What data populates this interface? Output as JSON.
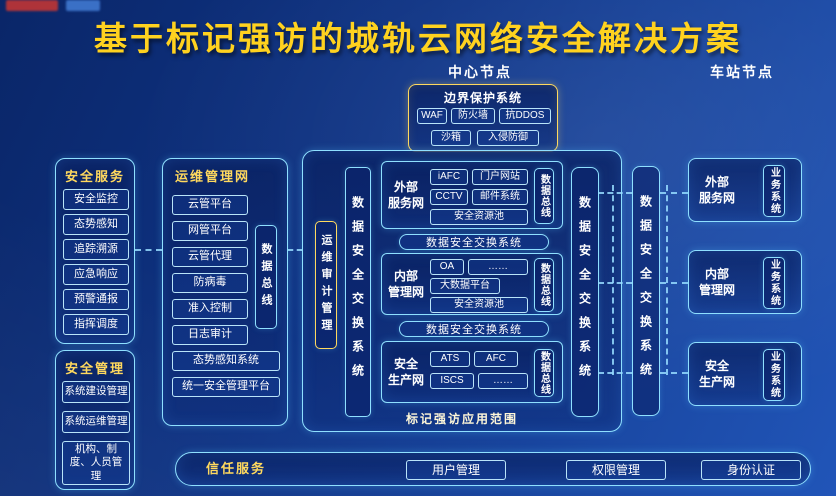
{
  "title": "基于标记强访的城轨云网络安全解决方案",
  "labels": {
    "center_node": "中心节点",
    "station_node": "车站节点",
    "scope": "标记强访应用范围"
  },
  "border_protection": {
    "title": "边界保护系统",
    "items": [
      "WAF",
      "防火墙",
      "抗DDOS",
      "沙箱",
      "入侵防御"
    ]
  },
  "security_services": {
    "title": "安全服务",
    "items": [
      "安全监控",
      "态势感知",
      "追踪溯源",
      "应急响应",
      "预警通报",
      "指挥调度"
    ]
  },
  "security_management": {
    "title": "安全管理",
    "items": [
      "系统建设管理",
      "系统运维管理",
      "机构、制度、人员管理"
    ]
  },
  "om_network": {
    "title": "运维管理网",
    "items": [
      "云管平台",
      "网管平台",
      "云管代理",
      "防病毒",
      "准入控制",
      "日志审计",
      "态势感知系统",
      "统一安全管理平台"
    ],
    "data_bus": "数据总线"
  },
  "center": {
    "om_audit": "运维审计管理",
    "exchange_system": "数据安全交换系统",
    "networks": [
      {
        "line1": "外部",
        "line2": "服务网",
        "items": [
          "iAFC",
          "门户网站",
          "CCTV",
          "邮件系统",
          "安全资源池"
        ],
        "data_bus": "数据总线"
      },
      {
        "line1": "内部",
        "line2": "管理网",
        "items": [
          "OA",
          "……",
          "大数据平台",
          "安全资源池"
        ],
        "data_bus": "数据总线"
      },
      {
        "line1": "安全",
        "line2": "生产网",
        "items": [
          "ATS",
          "AFC",
          "ISCS",
          "……"
        ],
        "data_bus": "数据总线"
      }
    ]
  },
  "station": {
    "networks": [
      {
        "line1": "外部",
        "line2": "服务网",
        "item": "业务系统"
      },
      {
        "line1": "内部",
        "line2": "管理网",
        "item": "业务系统"
      },
      {
        "line1": "安全",
        "line2": "生产网",
        "item": "业务系统"
      }
    ]
  },
  "trust": {
    "title": "信任服务",
    "items": [
      "用户管理",
      "权限管理",
      "身份认证"
    ]
  },
  "colors": {
    "accent_gold": "#ffd21f",
    "border_cyan": "#8fe0ff",
    "gold_border": "#ffd95e",
    "background_blue": "#12398c"
  }
}
